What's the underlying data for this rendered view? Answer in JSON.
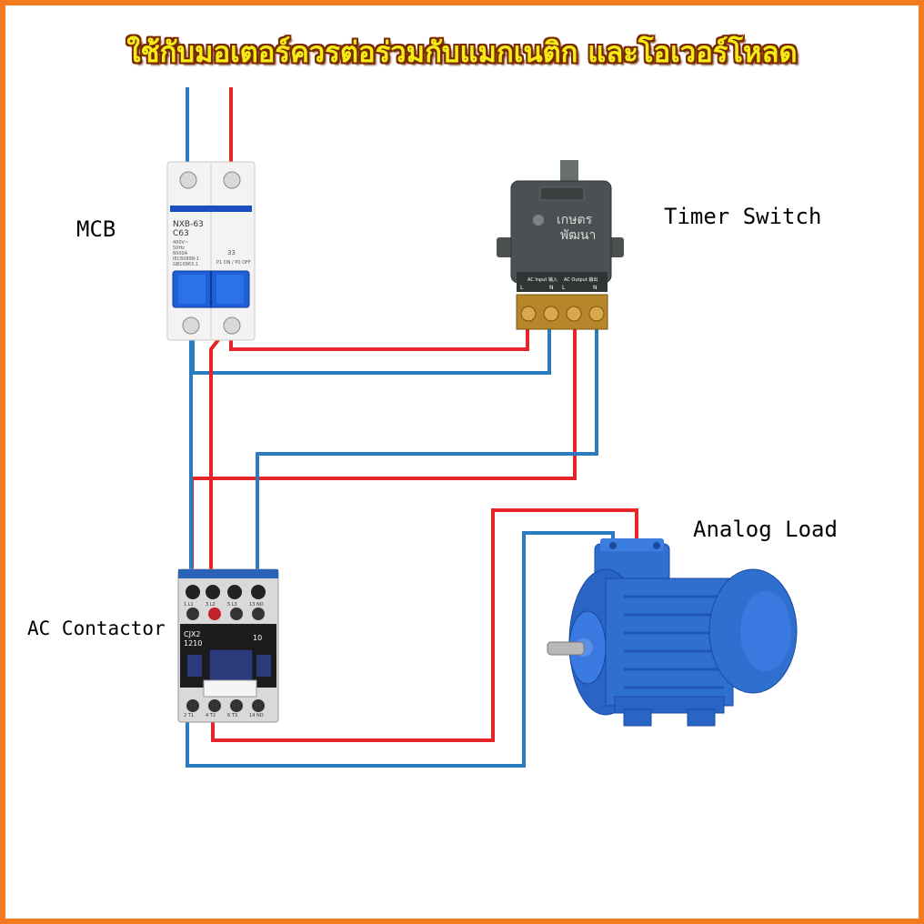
{
  "title": "ใช้กับมอเตอร์ควรต่อร่วมกับแมกเนติก และโอเวอร์โหลด",
  "labels": {
    "mcb": "MCB",
    "timer": "Timer Switch",
    "load": "Analog Load",
    "contactor": "AC Contactor"
  },
  "mcb": {
    "model": "NXB-63",
    "rating": "C63",
    "spec": [
      "400V~",
      "50Hz",
      "6000A"
    ],
    "std": [
      "IEC60898-1",
      "GB10963.1"
    ],
    "state": "P1 ON / P0 OFF",
    "badge": "33"
  },
  "timer": {
    "brand_line1": "เกษตร",
    "brand_line2": "พัฒนา",
    "term_input": "AC Input 输入",
    "term_output": "AC Output 输出",
    "terminals": [
      "L",
      "N",
      "L",
      "N"
    ]
  },
  "contactor": {
    "model": "CJX2",
    "rating": "1210",
    "aux": "10",
    "top_terms": [
      "1 L1",
      "3 L2",
      "5 L3",
      "13 NO"
    ],
    "bottom_terms": [
      "2 T1",
      "4 T2",
      "6 T3",
      "14 NO"
    ]
  },
  "colors": {
    "live": "#e5252a",
    "neutral": "#2a7bc0",
    "frame": "#f27a20",
    "title_fill": "#f3ec16",
    "title_outline": "#7a2a00",
    "motor": "#2f6fd0"
  }
}
